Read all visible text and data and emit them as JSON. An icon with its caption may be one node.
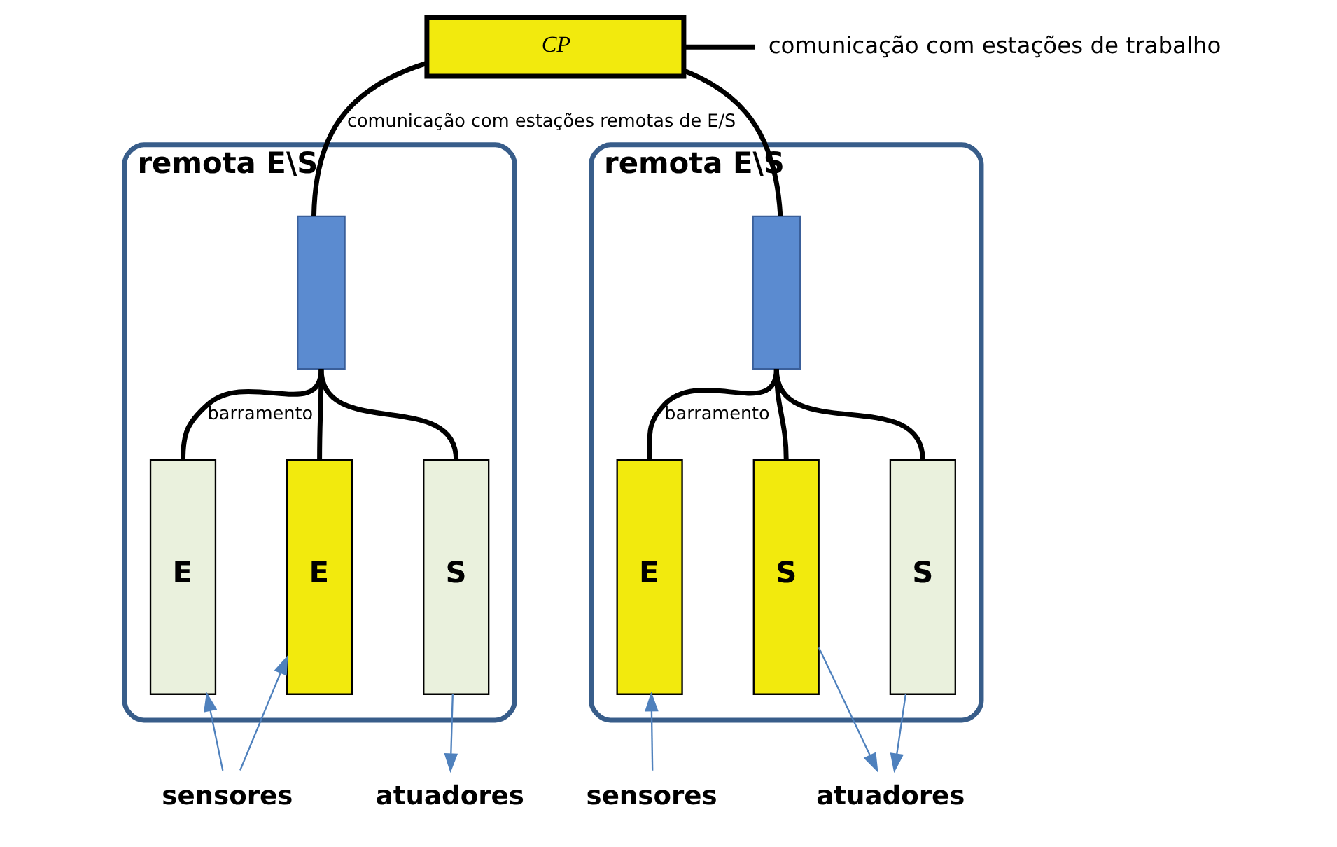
{
  "diagram": {
    "nodes": [
      {
        "text": [
          "CP"
        ]
      },
      {
        "text": [
          "comunicação com estações de trabalho"
        ]
      },
      {
        "text": [
          "remota E\\S"
        ]
      },
      {
        "text": [],
        "shape": "box",
        "in": 2
      },
      {
        "text": [
          "E"
        ],
        "in": 2
      },
      {
        "text": [
          "E"
        ],
        "in": 2
      },
      {
        "text": [
          "S"
        ],
        "in": 2
      },
      {
        "text": [
          "remota E\\S"
        ]
      },
      {
        "text": [],
        "shape": "box",
        "in": 7
      },
      {
        "text": [
          "E"
        ],
        "in": 7
      },
      {
        "text": [
          "S"
        ],
        "in": 7
      },
      {
        "text": [
          "S"
        ],
        "in": 7
      },
      {
        "text": [
          "sensores"
        ]
      },
      {
        "text": [
          "atuadores"
        ]
      },
      {
        "text": [
          "sensores"
        ]
      },
      {
        "text": [
          "atuadores"
        ]
      }
    ],
    "edges": [
      {
        "from": 0,
        "to": 1,
        "arrow": "none"
      },
      {
        "from": 0,
        "to": 3,
        "arrow": "none",
        "label": "comunicação com estações remotas de E/S"
      },
      {
        "from": 0,
        "to": 8,
        "arrow": "none"
      },
      {
        "from": 3,
        "to": 4,
        "arrow": "none",
        "label": "barramento"
      },
      {
        "from": 3,
        "to": 5,
        "arrow": "none"
      },
      {
        "from": 3,
        "to": 6,
        "arrow": "none"
      },
      {
        "from": 8,
        "to": 9,
        "arrow": "none",
        "label": "barramento"
      },
      {
        "from": 8,
        "to": 10,
        "arrow": "none"
      },
      {
        "from": 8,
        "to": 11,
        "arrow": "none"
      },
      {
        "from": 12,
        "to": 4,
        "arrow": "to",
        "color": "#4f81bd"
      },
      {
        "from": 12,
        "to": 5,
        "arrow": "to",
        "color": "#4f81bd"
      },
      {
        "from": 6,
        "to": 13,
        "arrow": "to",
        "color": "#4f81bd"
      },
      {
        "from": 14,
        "to": 9,
        "arrow": "to",
        "color": "#4f81bd"
      },
      {
        "from": 10,
        "to": 15,
        "arrow": "to",
        "color": "#4f81bd"
      },
      {
        "from": 11,
        "to": 15,
        "arrow": "to",
        "color": "#4f81bd"
      }
    ]
  }
}
